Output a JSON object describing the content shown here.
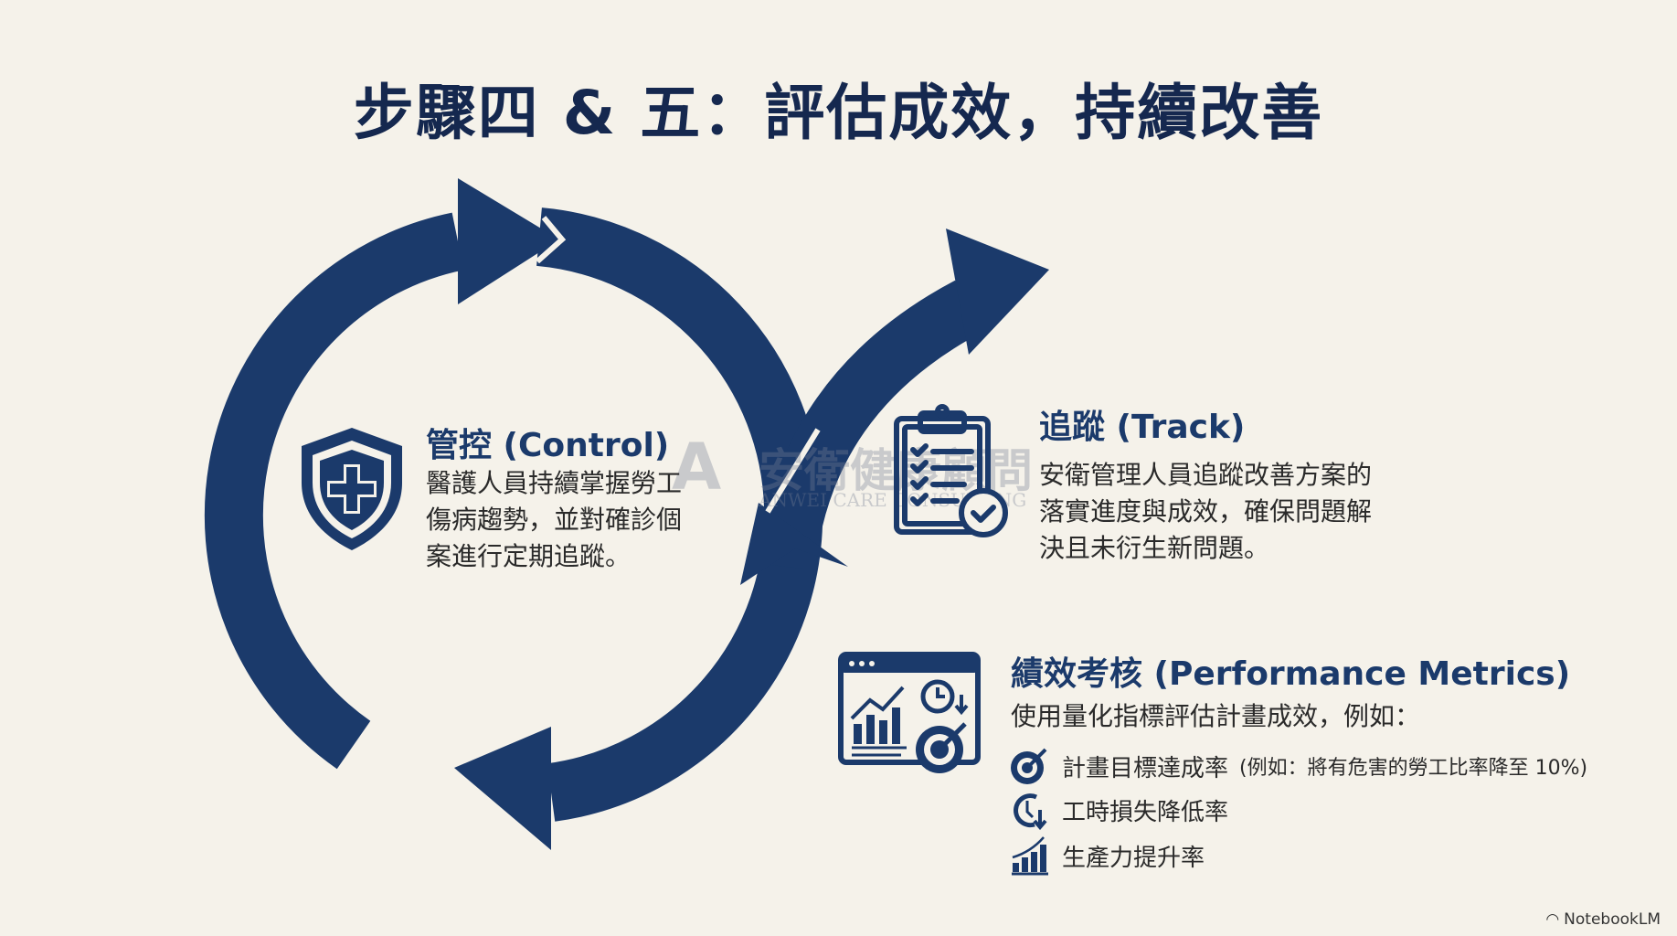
{
  "title": "步驟四 & 五：評估成效，持續改善",
  "control": {
    "icon": "shield-plus-icon",
    "heading": "管控 (Control)",
    "lines": [
      "醫護人員持續掌握勞工",
      "傷病趨勢，並對確診個",
      "案進行定期追蹤。"
    ]
  },
  "track": {
    "icon": "clipboard-check-icon",
    "heading": "追蹤 (Track)",
    "lines": [
      "安衛管理人員追蹤改善方案的",
      "落實進度與成效，確保問題解",
      "決且未衍生新問題。"
    ]
  },
  "metrics": {
    "icon": "dashboard-icon",
    "heading": "績效考核 (Performance Metrics)",
    "subtitle": "使用量化指標評估計畫成效，例如：",
    "items": [
      {
        "icon": "target-icon",
        "label": "計畫目標達成率",
        "note": "(例如：將有危害的勞工比率降至 10%)"
      },
      {
        "icon": "clock-down-icon",
        "label": "工時損失降低率"
      },
      {
        "icon": "bar-chart-up-icon",
        "label": "生產力提升率"
      }
    ]
  },
  "watermark": {
    "logo": "A",
    "name": "安衛健康顧問",
    "sub": "ANWEI CARE CONSULTING"
  },
  "branding": "NotebookLM",
  "colors": {
    "navy": "#1b3a6b",
    "background": "#f5f2ea",
    "title": "#15284f"
  }
}
